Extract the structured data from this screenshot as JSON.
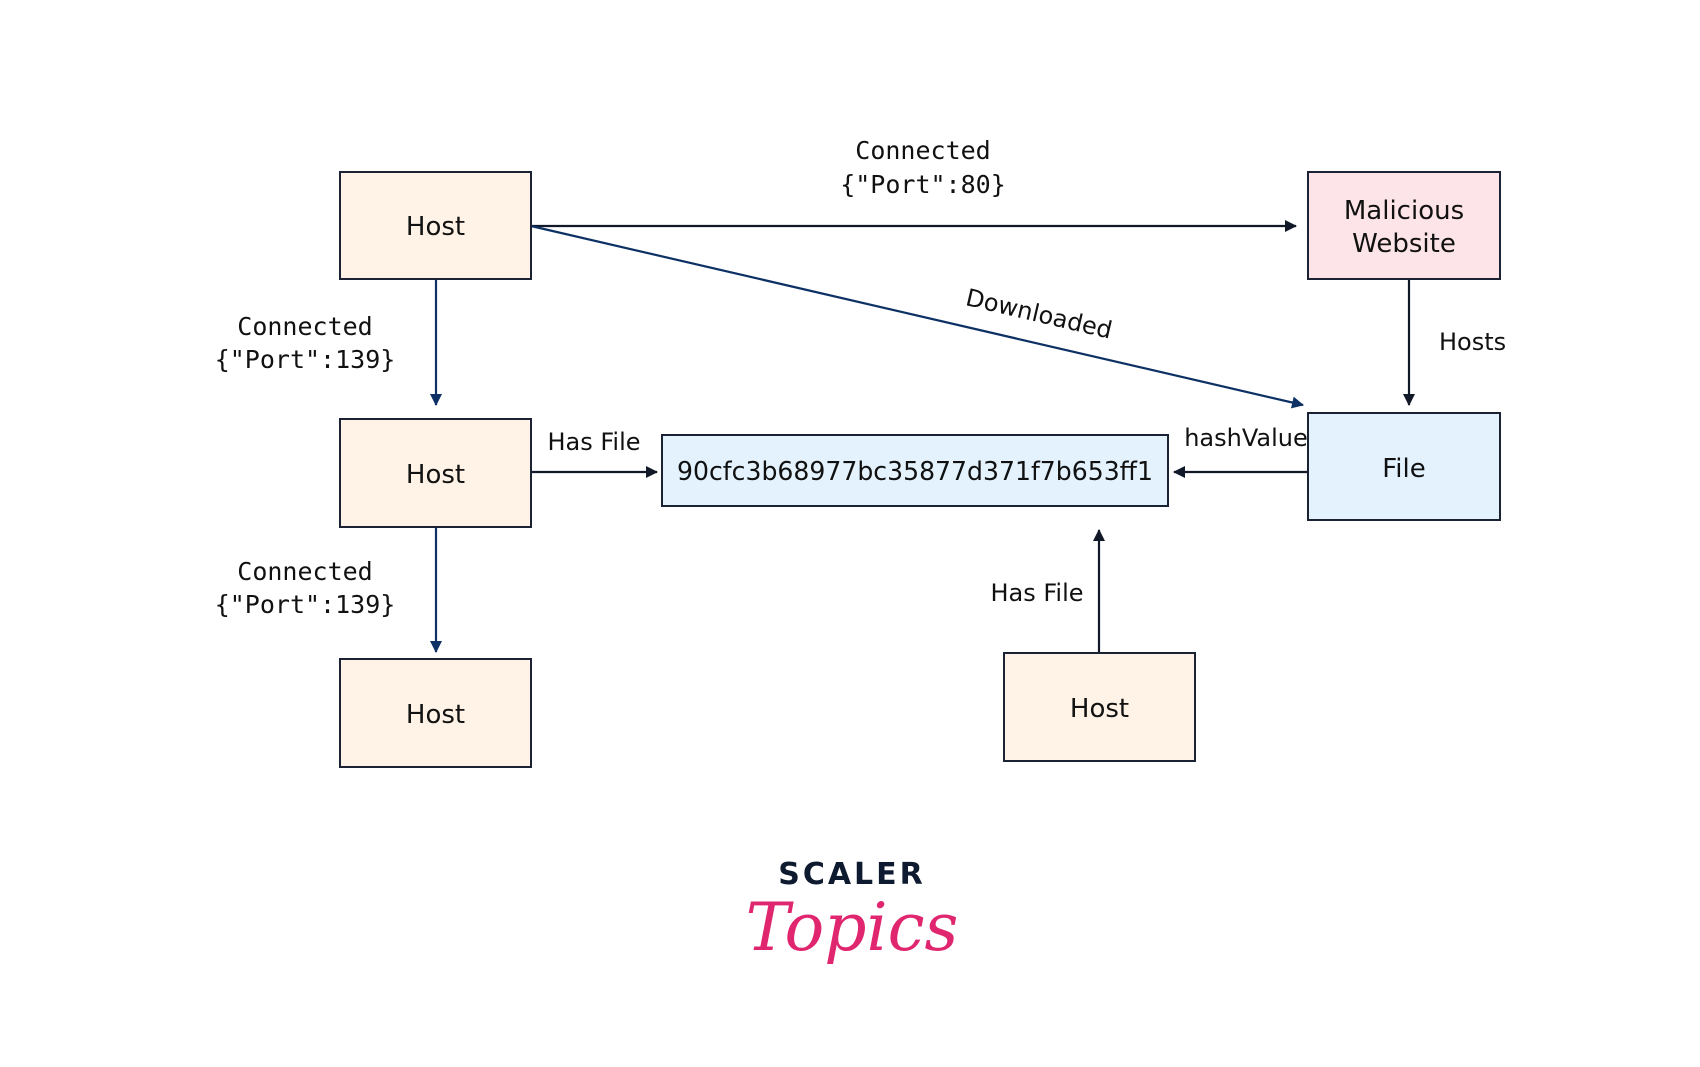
{
  "diagram": {
    "nodes": {
      "host_top": {
        "label": "Host",
        "type": "host"
      },
      "host_mid": {
        "label": "Host",
        "type": "host"
      },
      "host_bottom": {
        "label": "Host",
        "type": "host"
      },
      "host_right": {
        "label": "Host",
        "type": "host"
      },
      "malicious_website": {
        "label_line1": "Malicious",
        "label_line2": "Website",
        "type": "website"
      },
      "file": {
        "label": "File",
        "type": "file"
      },
      "hash": {
        "label": "90cfc3b68977bc35877d371f7b653ff1",
        "type": "hash"
      }
    },
    "edges": {
      "host_to_website": {
        "label_line1": "Connected",
        "label_line2": "{\"Port\":80}",
        "from": "host_top",
        "to": "malicious_website"
      },
      "host_downloaded_file": {
        "label": "Downloaded",
        "from": "host_top",
        "to": "file"
      },
      "host_top_to_mid": {
        "label_line1": "Connected",
        "label_line2": "{\"Port\":139}",
        "from": "host_top",
        "to": "host_mid"
      },
      "host_mid_to_bottom": {
        "label_line1": "Connected",
        "label_line2": "{\"Port\":139}",
        "from": "host_mid",
        "to": "host_bottom"
      },
      "host_mid_has_file": {
        "label": "Has File",
        "from": "host_mid",
        "to": "hash"
      },
      "website_hosts_file": {
        "label": "Hosts",
        "from": "malicious_website",
        "to": "file"
      },
      "file_hash_value": {
        "label": "hashValue",
        "from": "file",
        "to": "hash"
      },
      "host_right_has_file": {
        "label": "Has File",
        "from": "host_right",
        "to": "hash"
      }
    },
    "colors": {
      "host_fill": "#fef3e6",
      "website_fill": "#fde4e8",
      "file_fill": "#e3f2fd",
      "border": "#1b2233",
      "edge_dark": "#111827",
      "edge_navy": "#0d3165"
    }
  },
  "logo": {
    "brand_line1": "SCALER",
    "brand_line2": "Topics"
  }
}
